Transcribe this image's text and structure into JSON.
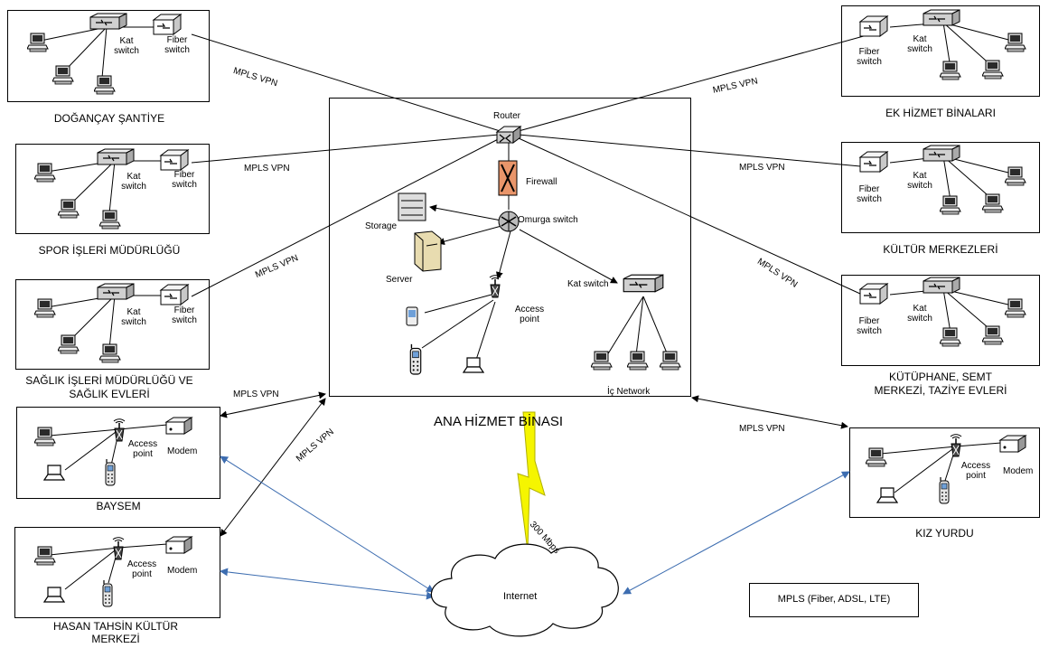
{
  "central": {
    "title": "ANA HİZMET BİNASI",
    "router": "Router",
    "firewall": "Firewall",
    "backbone": "Omurga switch",
    "storage": "Storage",
    "server": "Server",
    "access_point": "Access point",
    "floor_switch": "Kat switch",
    "inner_network": "İç Network"
  },
  "sites": {
    "dogancay": "DOĞANÇAY ŞANTİYE",
    "spor": "SPOR İŞLERİ MÜDÜRLÜĞÜ",
    "saglik_1": "SAĞLIK İŞLERİ MÜDÜRLÜĞÜ VE",
    "saglik_2": "SAĞLIK EVLERİ",
    "baysem": "BAYSEM",
    "hasan_1": "HASAN TAHSİN KÜLTÜR",
    "hasan_2": "MERKEZİ",
    "ek_hizmet": "EK HİZMET BİNALARI",
    "kultur": "KÜLTÜR MERKEZLERİ",
    "kutuphane_1": "KÜTÜPHANE, SEMT",
    "kutuphane_2": "MERKEZİ, TAZİYE EVLERİ",
    "kiz_yurdu": "KIZ YURDU"
  },
  "device_labels": {
    "kat_switch": "Kat switch",
    "fiber_switch": "Fiber switch",
    "access_point": "Access point",
    "modem": "Modem"
  },
  "links": {
    "mpls_vpn": "MPLS VPN",
    "internet": "Internet",
    "bandwidth": "300 Mbps"
  },
  "legend": "MPLS (Fiber, ADSL, LTE)",
  "colors": {
    "line": "#000000",
    "internet_link": "#3d6db0",
    "firewall": "#e9956a",
    "lightning": "#f5f500"
  }
}
